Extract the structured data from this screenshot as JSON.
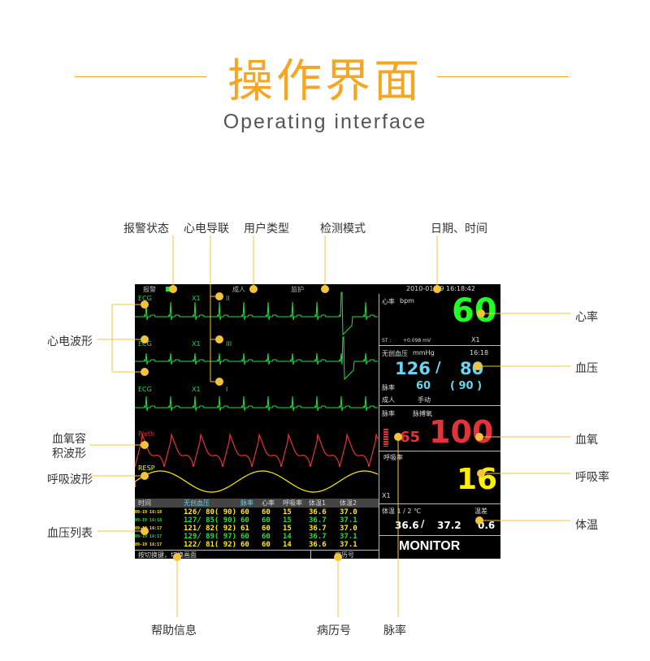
{
  "header": {
    "title": "操作界面",
    "subtitle": "Operating interface"
  },
  "callouts": {
    "alarm_status": "报警状态",
    "ecg_lead": "心电导联",
    "user_type": "用户类型",
    "detect_mode": "检测模式",
    "date_time": "日期、时间",
    "ecg_wave": "心电波形",
    "spo2_wave_l1": "血氧容",
    "spo2_wave_l2": "积波形",
    "resp_wave": "呼吸波形",
    "bp_list": "血压列表",
    "heart_rate": "心率",
    "blood_pressure": "血压",
    "spo2": "血氧",
    "resp_rate": "呼吸率",
    "temperature": "体温",
    "help_info": "帮助信息",
    "record_no": "病历号",
    "pulse_rate": "脉率"
  },
  "monitor": {
    "status_bar": {
      "alarm": "报警",
      "user_type": "成人",
      "mode": "监护",
      "datetime": "2010-01-19  16:18:42"
    },
    "ecg": [
      {
        "label": "ECG",
        "gain": "X1",
        "lead": "II"
      },
      {
        "label": "ECG",
        "gain": "X1",
        "lead": "III"
      },
      {
        "label": "ECG",
        "gain": "X1",
        "lead": "I"
      }
    ],
    "pleth_label": "Pleth",
    "resp_label": "RESP",
    "hr": {
      "label": "心率",
      "unit": "bpm",
      "value": "60",
      "st_label": "ST :",
      "st_value": "+0.098 mV",
      "gain": "X1"
    },
    "nibp": {
      "label": "无创血压",
      "unit": "mmHg",
      "time": "16:18",
      "systolic": "126",
      "diastolic": "80",
      "separator": "/",
      "pr_label": "脉率",
      "pr": "60",
      "map": "( 90 )",
      "patient": "成人",
      "mode": "手动"
    },
    "spo2": {
      "pr_label": "脉率",
      "spo2_label": "脉搏氧",
      "pr": "65",
      "value": "100"
    },
    "resp": {
      "label": "呼吸率",
      "value": "16",
      "gain": "X1"
    },
    "temp": {
      "label": "体温 1 / 2  ℃",
      "diff_label": "温差",
      "t1": "36.6",
      "separator": "/",
      "t2": "37.2",
      "diff": "0.6"
    },
    "brand": "MONITOR",
    "table": {
      "headers": [
        "时间",
        "无创血压",
        "脉率",
        "心率",
        "呼吸率",
        "体温1",
        "体温2"
      ],
      "rows": [
        [
          "09-19 16:18",
          "126/ 80( 90)",
          "60",
          "60",
          "15",
          "36.6",
          "37.0"
        ],
        [
          "09-19 16:18",
          "127/ 85( 90)",
          "60",
          "60",
          "15",
          "36.7",
          "37.1"
        ],
        [
          "09-19 16:17",
          "121/ 82( 92)",
          "61",
          "60",
          "15",
          "36.7",
          "37.0"
        ],
        [
          "09-19 16:17",
          "129/ 89( 97)",
          "60",
          "60",
          "14",
          "36.7",
          "37.1"
        ],
        [
          "09-19 16:17",
          "122/ 81( 92)",
          "60",
          "60",
          "14",
          "36.6",
          "37.1"
        ]
      ]
    },
    "help": {
      "text": "按切换键，切换画面",
      "record": "病历号"
    }
  },
  "colors": {
    "accent": "#f5a623",
    "ecg_green": "#22dd44",
    "pleth_red": "#e2333b",
    "resp_yellow": "#ffee00",
    "nibp_cyan": "#6ad3ef",
    "hr_green": "#22ff22"
  }
}
